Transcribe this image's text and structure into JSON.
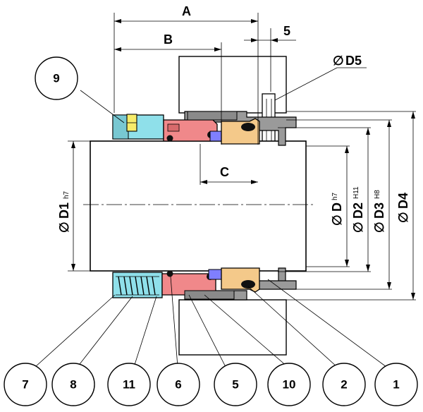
{
  "dimensions": {
    "A": "A",
    "B": "B",
    "C": "C",
    "five": "5",
    "D5": "D5",
    "D1": "D1",
    "D1_tol": "h7",
    "D": "D",
    "D_tol": "h7",
    "D2": "D2",
    "D2_tol": "H11",
    "D3": "D3",
    "D3_tol": "H8",
    "D4": "D4",
    "diameter_symbol": "∅"
  },
  "balloons": {
    "b9": "9",
    "b7": "7",
    "b8": "8",
    "b11": "11",
    "b6": "6",
    "b5": "5",
    "b10": "10",
    "b2": "2",
    "b1": "1"
  },
  "colors": {
    "seat": "#f4c98a",
    "seal_face": "#f0888a",
    "collar": "#8fe0ea",
    "setscrew": "#f6ec6a",
    "spring": "#7fd8e2",
    "gasket": "#7f7fff",
    "housing": "#9a9a9a"
  }
}
